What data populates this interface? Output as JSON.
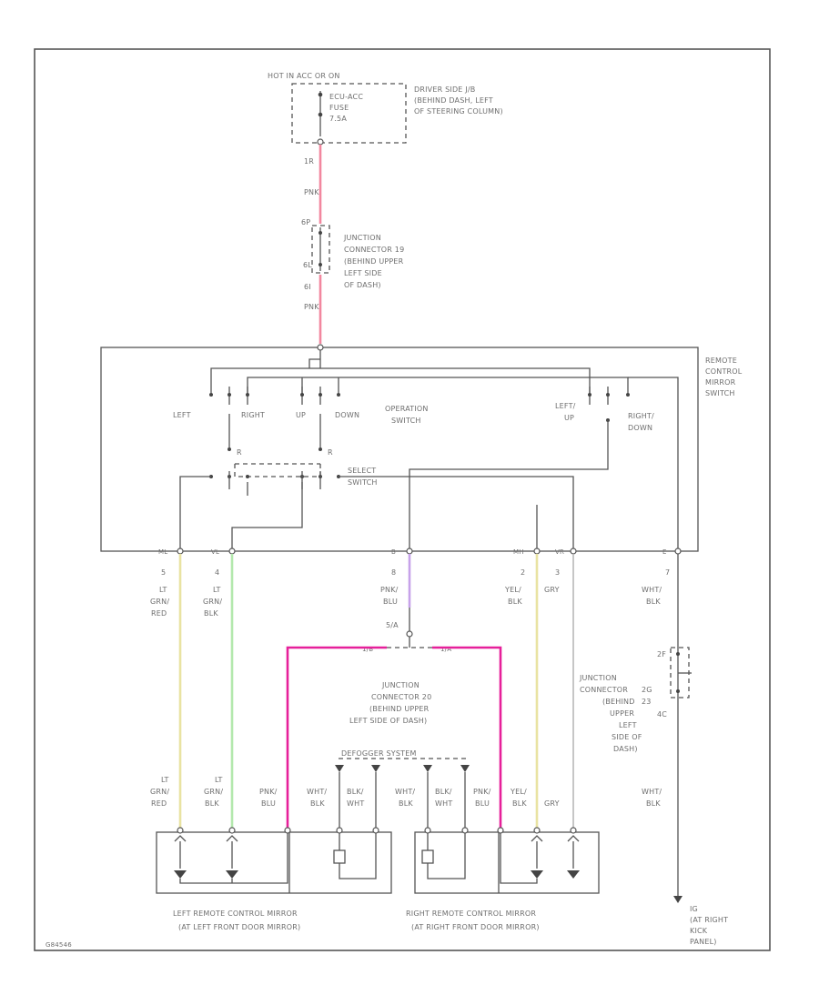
{
  "colors": {
    "pink": "#f2879f",
    "magenta": "#e6209a",
    "yellow": "#e9e3a2",
    "light_green": "#b3e8ad",
    "purple": "#c7a2ea",
    "gray": "#b7b7b7",
    "line": "#555555"
  },
  "top": {
    "hot_label": "HOT IN ACC OR ON",
    "fuse_label": [
      "ECU-ACC",
      "FUSE",
      "7.5A"
    ],
    "jb_desc": [
      "DRIVER SIDE J/B",
      "(BEHIND DASH, LEFT",
      "OF STEERING COLUMN)"
    ],
    "pin_1r": "1R",
    "wire_pnk_1": "PNK"
  },
  "junction_19": {
    "pin_top": "6P",
    "pin_bottom": "6L",
    "desc": [
      "JUNCTION",
      "CONNECTOR 19",
      "(BEHIND UPPER",
      "LEFT SIDE",
      "OF DASH)"
    ],
    "pin_below": "6I",
    "wire_pnk_2": "PNK"
  },
  "switch": {
    "title": [
      "REMOTE",
      "CONTROL",
      "MIRROR",
      "SWITCH"
    ],
    "left": "LEFT",
    "right": "RIGHT",
    "up": "UP",
    "down": "DOWN",
    "operation": [
      "OPERATION",
      "SWITCH"
    ],
    "left_up": [
      "LEFT/",
      "UP"
    ],
    "right_down": [
      "RIGHT/",
      "DOWN"
    ],
    "r_label": "R",
    "select": [
      "SELECT",
      "SWITCH"
    ],
    "pin_labels": [
      "ML",
      "VL",
      "B",
      "MH",
      "VR",
      "E"
    ]
  },
  "wires": {
    "pin_numbers": [
      "5",
      "4",
      "8",
      "2",
      "3",
      "7"
    ],
    "c1": [
      "LT",
      "GRN/",
      "RED"
    ],
    "c2": [
      "LT",
      "GRN/",
      "BLK"
    ],
    "c3": [
      "PNK/",
      "BLU"
    ],
    "c4": [
      "YEL/",
      "BLK"
    ],
    "c5": "GRY",
    "c6": [
      "WHT/",
      "BLK"
    ]
  },
  "junction_20": {
    "top_label": "5/A",
    "left_pin": "1/B",
    "right_pin": "1/A",
    "desc": [
      "JUNCTION",
      "CONNECTOR 20",
      "(BEHIND UPPER",
      "LEFT SIDE OF DASH)"
    ]
  },
  "junction_23": {
    "pin_top": "2F",
    "desc": [
      "JUNCTION",
      "CONNECTOR",
      "23",
      "(BEHIND",
      "UPPER",
      "LEFT",
      "SIDE OF",
      "DASH)"
    ],
    "pin_side": "2G",
    "pin_bottom": "4C"
  },
  "defogger": "DEFOGGER SYSTEM",
  "mirror_wires": {
    "lt_grn_red": [
      "LT",
      "GRN/",
      "RED"
    ],
    "lt_grn_blk": [
      "LT",
      "GRN/",
      "BLK"
    ],
    "pnk_blu_l": [
      "PNK/",
      "BLU"
    ],
    "wht_blk_1": [
      "WHT/",
      "BLK"
    ],
    "blk_wht_1": [
      "BLK/",
      "WHT"
    ],
    "wht_blk_2": [
      "WHT/",
      "BLK"
    ],
    "blk_wht_2": [
      "BLK/",
      "WHT"
    ],
    "pnk_blu_r": [
      "PNK/",
      "BLU"
    ],
    "yel_blk": [
      "YEL/",
      "BLK"
    ],
    "gry": "GRY",
    "wht_blk_r": [
      "WHT/",
      "BLK"
    ]
  },
  "left_mirror": [
    "LEFT REMOTE CONTROL MIRROR",
    "(AT LEFT FRONT DOOR MIRROR)"
  ],
  "right_mirror": [
    "RIGHT REMOTE CONTROL MIRROR",
    "(AT RIGHT FRONT DOOR MIRROR)"
  ],
  "ground": [
    "IG",
    "(AT RIGHT",
    "KICK",
    "PANEL)"
  ],
  "figure_id": "G84546"
}
